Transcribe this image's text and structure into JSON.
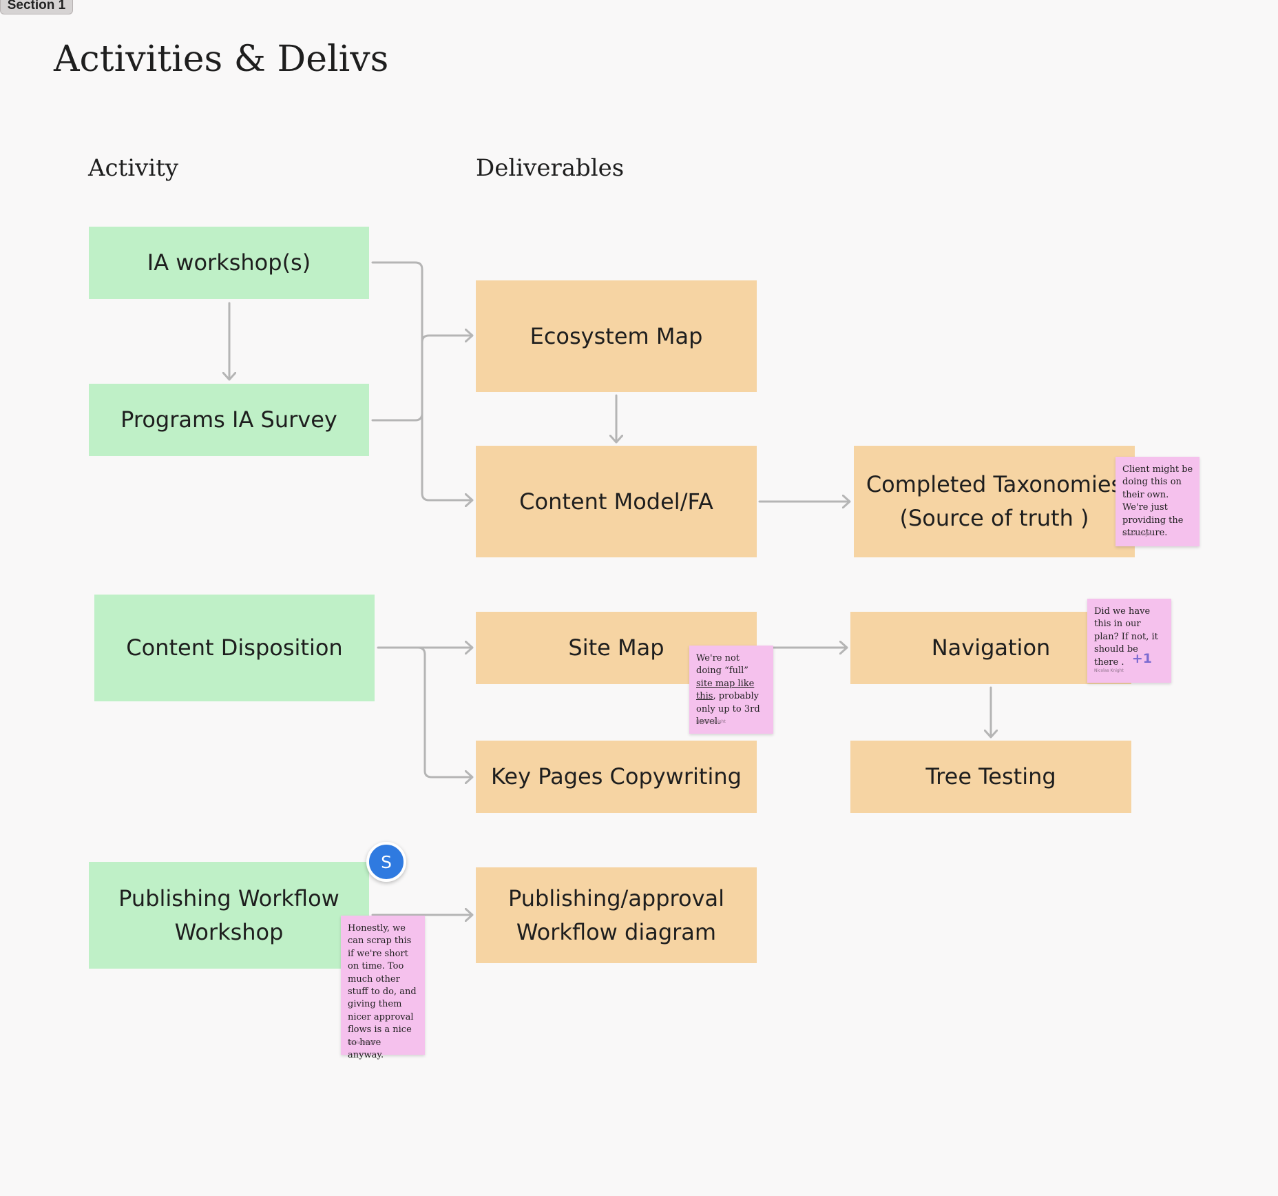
{
  "section": {
    "label": "Section 1"
  },
  "title": "Activities & Delivs",
  "columns": {
    "activity": "Activity",
    "deliverables": "Deliverables"
  },
  "activities": {
    "ia_workshops": "IA workshop(s)",
    "programs_ia_survey": "Programs IA Survey",
    "content_disposition": "Content Disposition",
    "publishing_workflow_workshop": "Publishing Workflow\nWorkshop"
  },
  "deliverables": {
    "ecosystem_map": "Ecosystem Map",
    "content_model": "Content Model/FA",
    "completed_taxonomies": "Completed Taxonomies\n(Source of truth )",
    "site_map": "Site Map",
    "navigation": "Navigation",
    "key_pages_copywriting": "Key Pages Copywriting",
    "tree_testing": "Tree Testing",
    "publishing_approval_diagram": "Publishing/approval\nWorkflow diagram"
  },
  "stickies": {
    "taxonomies_note": {
      "text": "Client might be doing this on their own. We're just providing the structure.",
      "author": "Nicolas Knight"
    },
    "site_map_note": {
      "text_before": "We're not doing “full” ",
      "text_link": "site map like this",
      "text_after": ", probably only up to 3rd level.",
      "author": "Nicolas Knight"
    },
    "navigation_note": {
      "text": "Did we have this in our plan? If not, it should be there .",
      "author": "Nicolas Knight",
      "reaction": "+1"
    },
    "workshop_note": {
      "text": "Honestly, we can scrap this if we're short on time. Too much other stuff to do, and giving them nicer approval flows is a nice to have anyway.",
      "author": "Nicolas Knight"
    }
  },
  "avatar": {
    "initial": "S",
    "color": "#2f7ae0"
  },
  "colors": {
    "activity_fill": "#bff0c7",
    "deliverable_fill": "#f6d4a3",
    "sticky_fill": "#f5c1ed",
    "connector": "#b5b5b5",
    "background": "#f9f8f8"
  }
}
